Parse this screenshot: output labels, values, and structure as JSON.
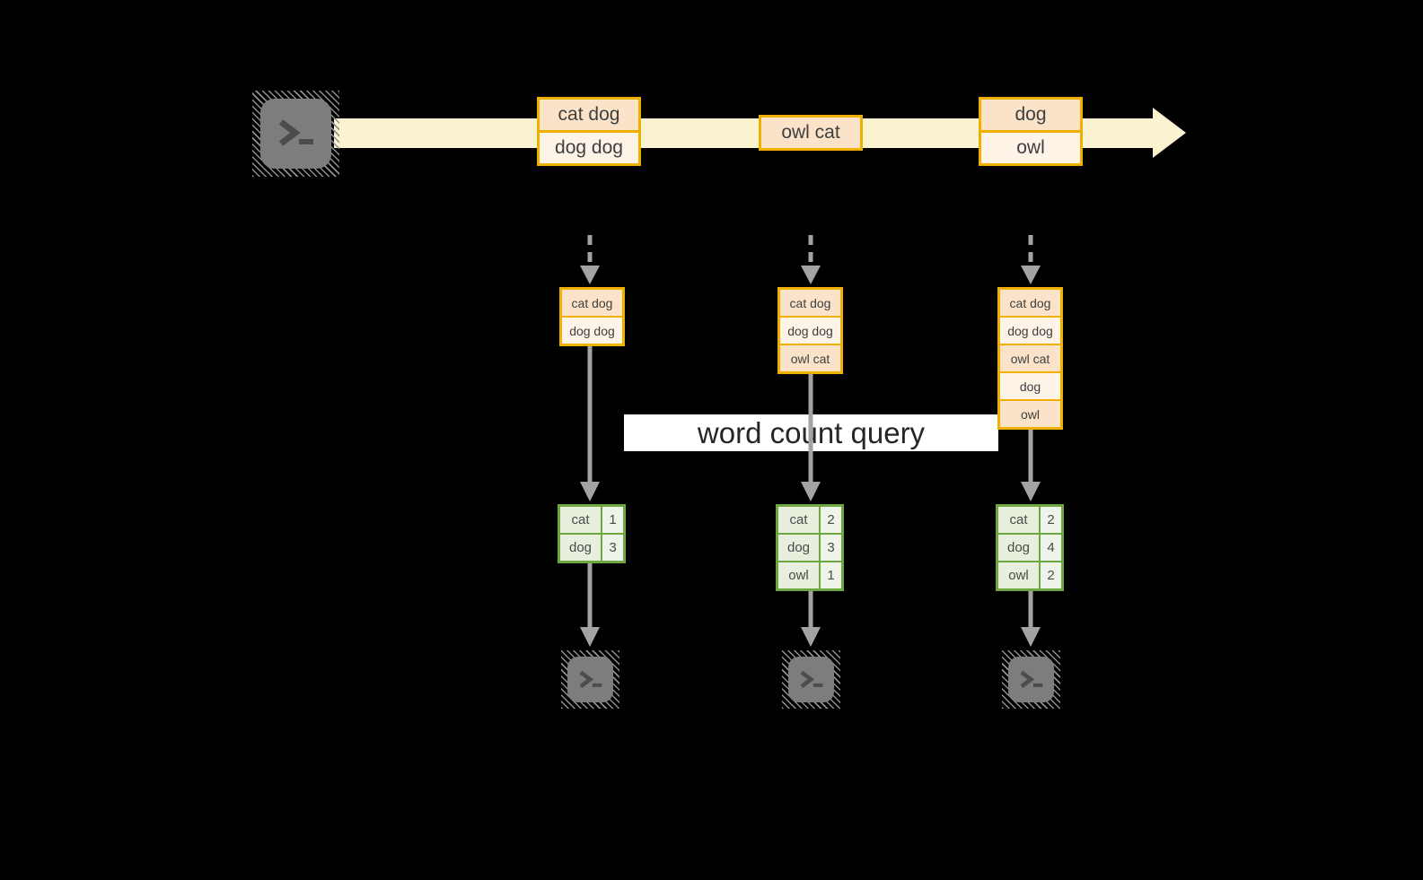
{
  "diagram": {
    "query_label": "word count query",
    "stream_events": [
      {
        "rows": [
          "cat dog",
          "dog dog"
        ]
      },
      {
        "rows": [
          "owl cat"
        ]
      },
      {
        "rows": [
          "dog",
          "owl"
        ]
      }
    ],
    "snapshots": [
      {
        "buffer": [
          "cat dog",
          "dog dog"
        ],
        "counts": [
          {
            "word": "cat",
            "count": "1"
          },
          {
            "word": "dog",
            "count": "3"
          }
        ]
      },
      {
        "buffer": [
          "cat dog",
          "dog dog",
          "owl cat"
        ],
        "counts": [
          {
            "word": "cat",
            "count": "2"
          },
          {
            "word": "dog",
            "count": "3"
          },
          {
            "word": "owl",
            "count": "1"
          }
        ]
      },
      {
        "buffer": [
          "cat dog",
          "dog dog",
          "owl cat",
          "dog",
          "owl"
        ],
        "counts": [
          {
            "word": "cat",
            "count": "2"
          },
          {
            "word": "dog",
            "count": "4"
          },
          {
            "word": "owl",
            "count": "2"
          }
        ]
      }
    ],
    "icons": {
      "terminal_glyph": ">_"
    },
    "colors": {
      "background": "#000000",
      "stream_band": "#FBF2D0",
      "event_border": "#F0B000",
      "event_fill_dark": "#FAE3C8",
      "event_fill_light": "#FDF3E7",
      "table_border": "#6EA63F",
      "table_fill_word": "#E8EFDC",
      "table_fill_count": "#EEF4E9",
      "arrow_gray": "#A3A3A3",
      "terminal_gray": "#7D7D7D",
      "banner_bg": "#FFFFFF"
    }
  }
}
